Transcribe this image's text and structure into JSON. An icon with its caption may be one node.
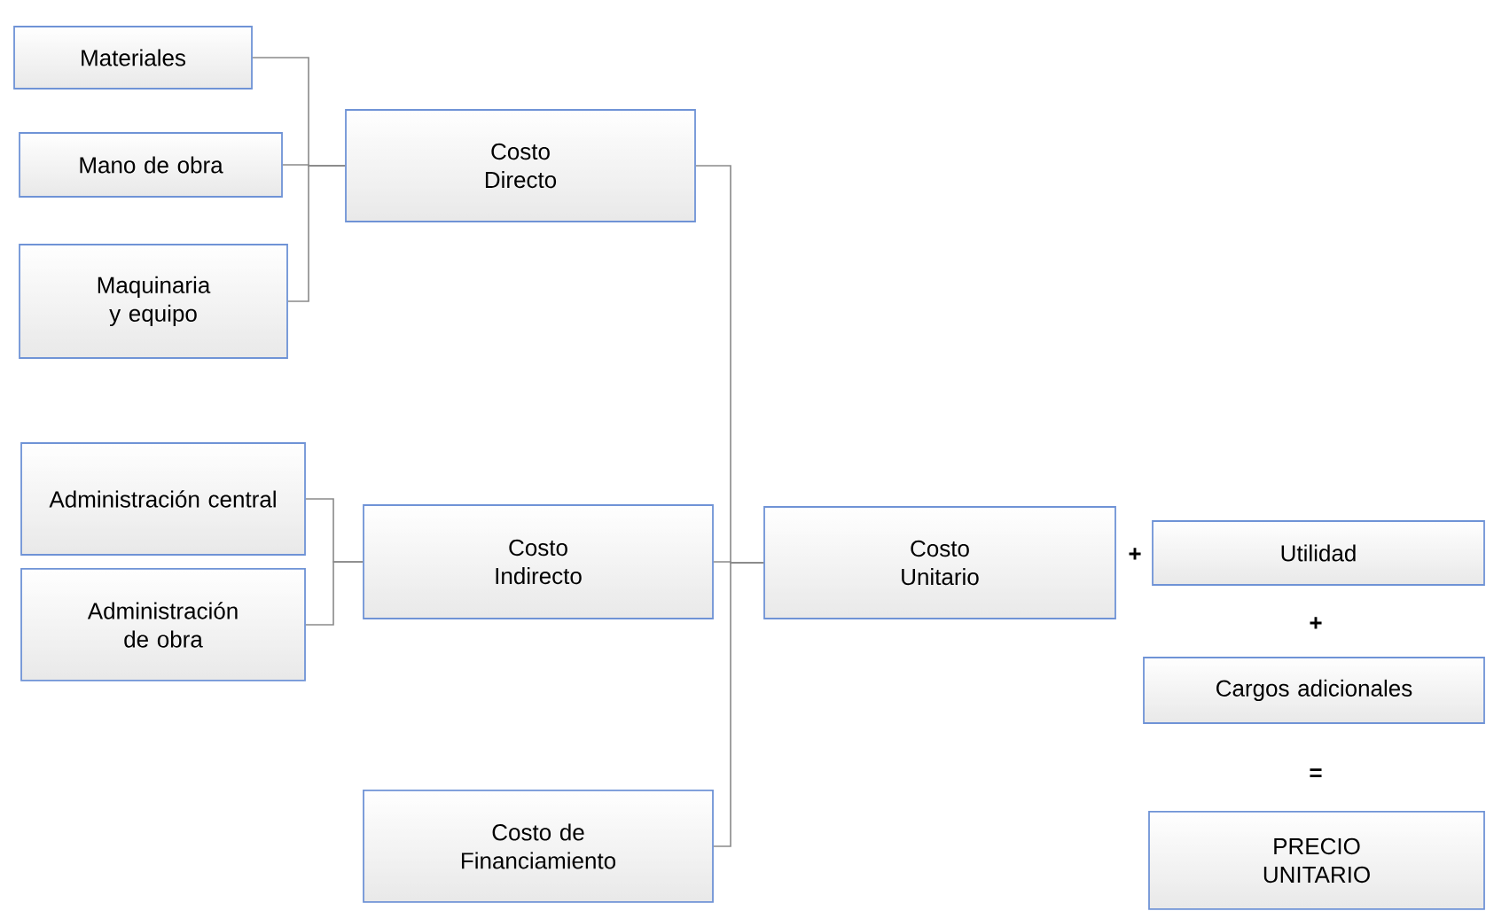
{
  "diagram": {
    "nodes": [
      {
        "text": [
          "Materiales"
        ]
      },
      {
        "text": [
          "Mano de obra"
        ]
      },
      {
        "text": [
          "Maquinaria y equipo"
        ]
      },
      {
        "text": [
          "Costo Directo"
        ]
      },
      {
        "text": [
          "Administración central"
        ]
      },
      {
        "text": [
          "Administración de obra"
        ]
      },
      {
        "text": [
          "Costo Indirecto"
        ]
      },
      {
        "text": [
          "Costo de Financiamiento"
        ]
      },
      {
        "text": [
          "Costo Unitario"
        ]
      },
      {
        "text": [
          "Utilidad"
        ]
      },
      {
        "text": [
          "Cargos adicionales"
        ]
      },
      {
        "text": [
          "PRECIO UNITARIO"
        ]
      }
    ],
    "edges": [
      {
        "from": 0,
        "to": 3,
        "arrow": "none"
      },
      {
        "from": 1,
        "to": 3,
        "arrow": "none"
      },
      {
        "from": 2,
        "to": 3,
        "arrow": "none"
      },
      {
        "from": 4,
        "to": 6,
        "arrow": "none"
      },
      {
        "from": 5,
        "to": 6,
        "arrow": "none"
      },
      {
        "from": 3,
        "to": 8,
        "arrow": "none"
      },
      {
        "from": 6,
        "to": 8,
        "arrow": "none"
      },
      {
        "from": 7,
        "to": 8,
        "arrow": "none"
      }
    ],
    "labels": [
      "+",
      "+",
      "="
    ]
  }
}
